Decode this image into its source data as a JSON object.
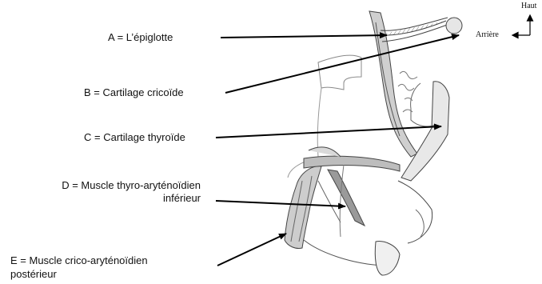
{
  "labels": {
    "a": "A = L’épiglotte",
    "b": "B = Cartilage cricoïde",
    "c": "C = Cartilage thyroïde",
    "d_line1": "D = Muscle thyro-aryténoïdien",
    "d_line2": "inférieur",
    "e_line1": "E = Muscle crico-aryténoïdien",
    "e_line2": "postérieur"
  },
  "orientation": {
    "up": "Haut",
    "back": "Arrière"
  },
  "icons": {
    "orientation": "orientation-arrows-icon"
  },
  "colors": {
    "text": "#111111",
    "arrow": "#000000",
    "drawing_stroke": "#3a3a3a",
    "muscle_fill": "#9a9a9a"
  }
}
